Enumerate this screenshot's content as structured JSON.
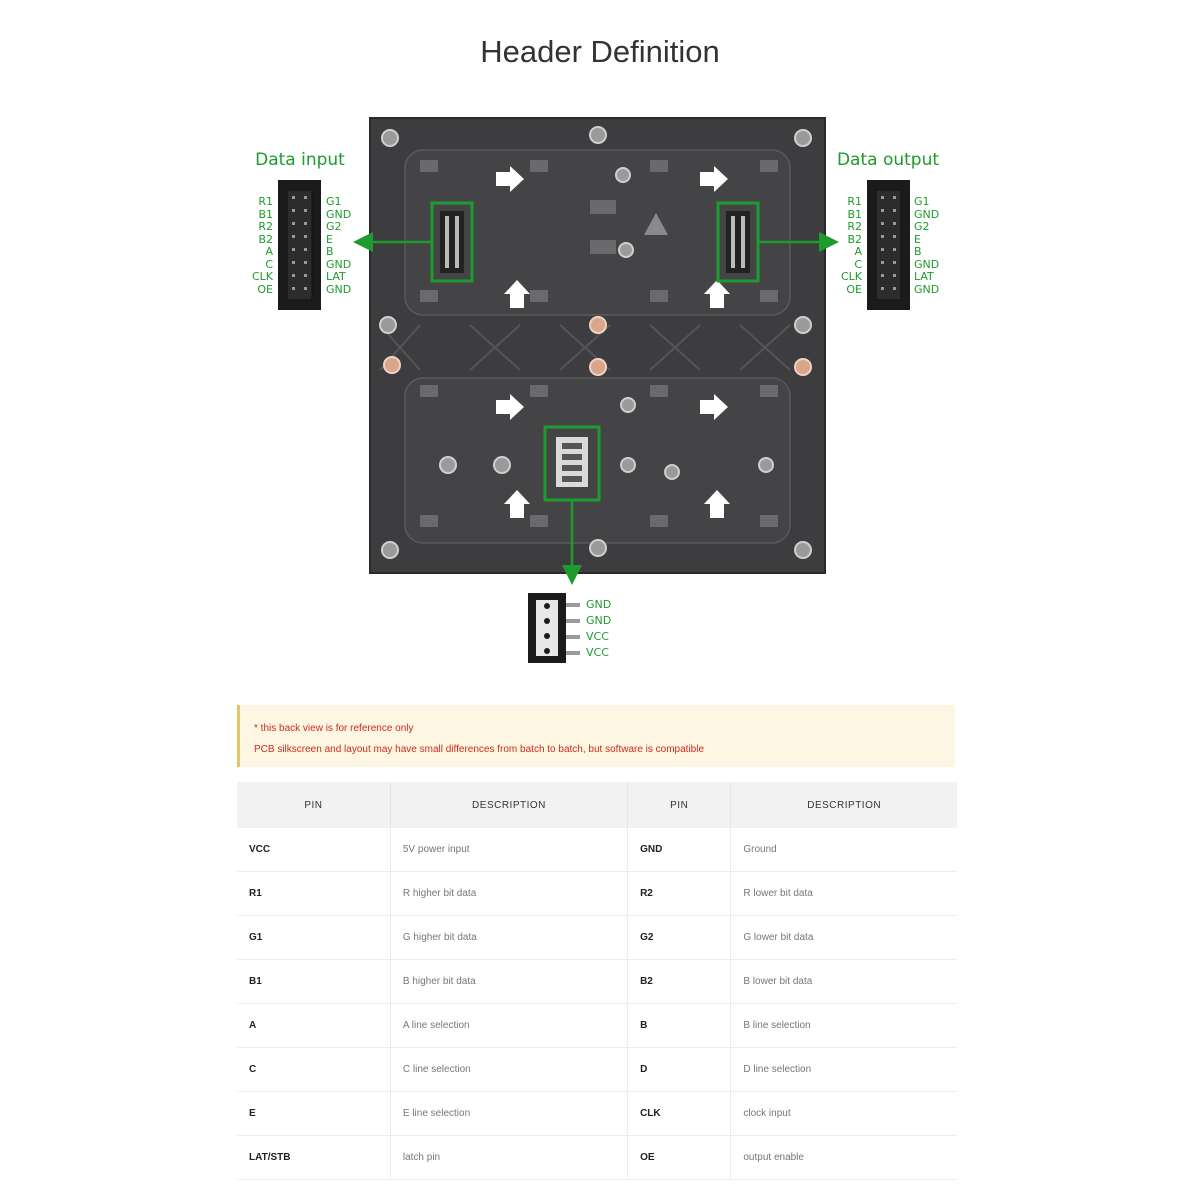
{
  "title": "Header Definition",
  "labels": {
    "data_input": "Data input",
    "data_output": "Data output"
  },
  "header_pins": {
    "left": [
      "R1",
      "B1",
      "R2",
      "B2",
      "A",
      "C",
      "CLK",
      "OE"
    ],
    "right": [
      "G1",
      "GND",
      "G2",
      "E",
      "B",
      "GND",
      "LAT",
      "GND"
    ]
  },
  "power_pins": [
    "GND",
    "GND",
    "VCC",
    "VCC"
  ],
  "note": {
    "line1": "* this back view is for reference only",
    "line2": "PCB silkscreen and layout may have small differences from batch to batch, but software is compatible"
  },
  "table": {
    "headers": [
      "PIN",
      "DESCRIPTION",
      "PIN",
      "DESCRIPTION"
    ],
    "rows": [
      [
        "VCC",
        "5V power input",
        "GND",
        "Ground"
      ],
      [
        "R1",
        "R higher bit data",
        "R2",
        "R lower bit data"
      ],
      [
        "G1",
        "G higher bit data",
        "G2",
        "G lower bit data"
      ],
      [
        "B1",
        "B higher bit data",
        "B2",
        "B lower bit data"
      ],
      [
        "A",
        "A line selection",
        "B",
        "B line selection"
      ],
      [
        "C",
        "C line selection",
        "D",
        "D line selection"
      ],
      [
        "E",
        "E line selection",
        "CLK",
        "clock input"
      ],
      [
        "LAT/STB",
        "latch pin",
        "OE",
        "output enable"
      ]
    ]
  },
  "colors": {
    "accent_green": "#1e9b2e",
    "board": "#3d3d3f",
    "connector": "#1b1b1b",
    "note_text": "#d32a1c",
    "note_bg": "#fcf6e3"
  }
}
